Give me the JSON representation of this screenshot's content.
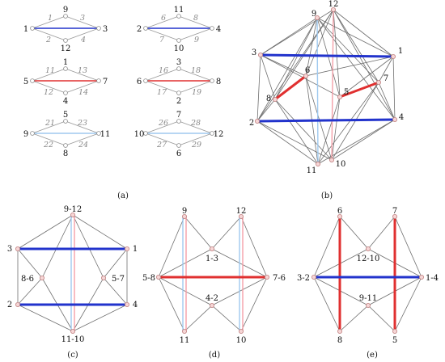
{
  "panels": {
    "a": {
      "caption": "(a)",
      "units": [
        {
          "left": "1",
          "right": "3",
          "top": "9",
          "bottom": "12",
          "e_tl": "1",
          "e_tr": "3",
          "e_bl": "2",
          "e_br": "4",
          "color": "#2233cc"
        },
        {
          "left": "2",
          "right": "4",
          "top": "11",
          "bottom": "10",
          "e_tl": "6",
          "e_tr": "8",
          "e_bl": "7",
          "e_br": "9",
          "color": "#2233cc"
        },
        {
          "left": "5",
          "right": "7",
          "top": "1",
          "bottom": "4",
          "e_tl": "11",
          "e_tr": "13",
          "e_bl": "12",
          "e_br": "14",
          "color": "#e03030"
        },
        {
          "left": "6",
          "right": "8",
          "top": "3",
          "bottom": "2",
          "e_tl": "16",
          "e_tr": "18",
          "e_bl": "17",
          "e_br": "19",
          "color": "#e03030"
        },
        {
          "left": "9",
          "right": "11",
          "top": "5",
          "bottom": "8",
          "e_tl": "21",
          "e_tr": "23",
          "e_bl": "22",
          "e_br": "24",
          "color": "#9fc9ef"
        },
        {
          "left": "10",
          "right": "12",
          "top": "7",
          "bottom": "6",
          "e_tl": "26",
          "e_tr": "28",
          "e_bl": "27",
          "e_br": "29",
          "color": "#9fc9ef"
        }
      ]
    },
    "b": {
      "caption": "(b)",
      "labels": {
        "n12": "12",
        "n9": "9",
        "n3": "3",
        "n1": "1",
        "n6": "6",
        "n7": "7",
        "n8": "8",
        "n5": "5",
        "n2": "2",
        "n4": "4",
        "n11": "11",
        "n10": "10"
      }
    },
    "c": {
      "caption": "(c)",
      "labels": {
        "top": "9-12",
        "bottom": "11-10",
        "l3": "3",
        "r1": "1",
        "l2": "2",
        "r4": "4",
        "m86": "8-6",
        "m57": "5-7"
      }
    },
    "d": {
      "caption": "(d)",
      "labels": {
        "n9": "9",
        "n12": "12",
        "n11": "11",
        "n10": "10",
        "l58": "5-8",
        "r76": "7-6",
        "m13": "1-3",
        "m42": "4-2"
      }
    },
    "e": {
      "caption": "(e)",
      "labels": {
        "n6": "6",
        "n7": "7",
        "n8": "8",
        "n5": "5",
        "l32": "3-2",
        "r14": "1-4",
        "m1210": "12-10",
        "m911": "9-11"
      }
    }
  },
  "colors": {
    "blue": "#2233cc",
    "red": "#e03030",
    "lightblue": "#9fc9ef",
    "pink": "#f4a0a8",
    "edge": "#777777",
    "node_fill": "#f6d6d6",
    "node_stroke": "#c08080"
  }
}
